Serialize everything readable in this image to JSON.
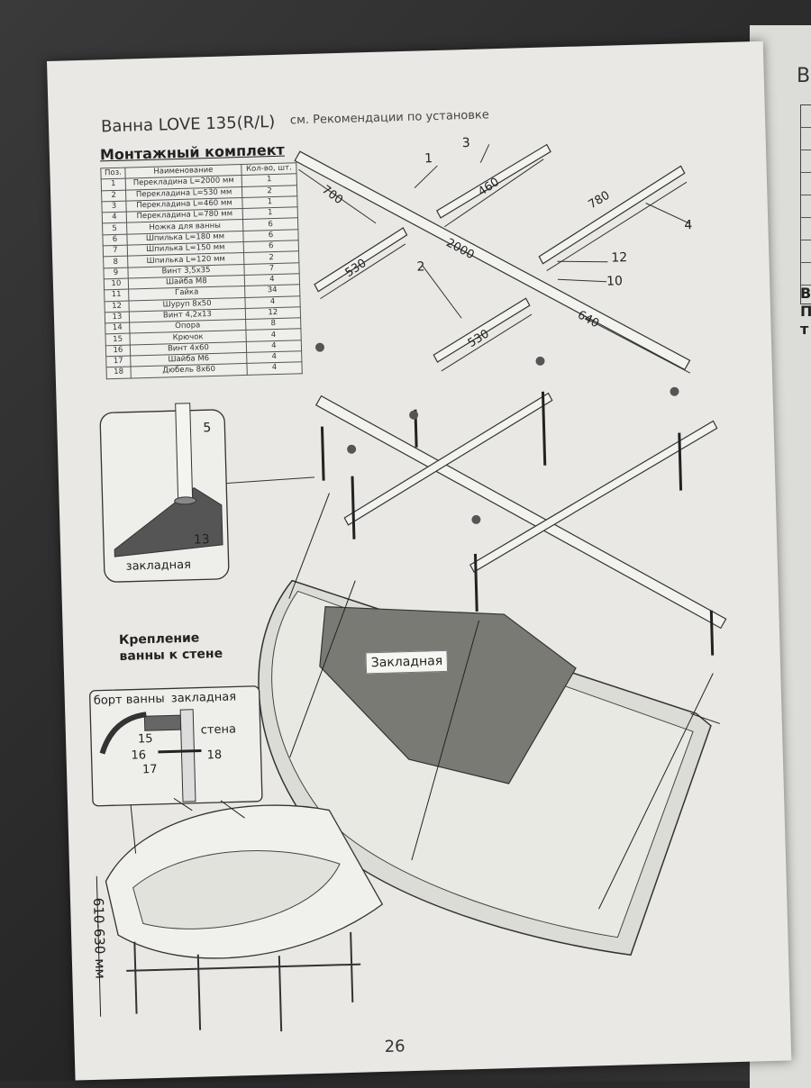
{
  "header": {
    "title": "Ванна LOVE 135(R/L)",
    "subtitle": "см. Рекомендации по установке"
  },
  "kit": {
    "title": "Монтажный комплект",
    "columns": [
      "Поз.",
      "Наименование",
      "Кол-во, шт."
    ],
    "rows": [
      [
        "1",
        "Перекладина L=2000 мм",
        "1"
      ],
      [
        "2",
        "Перекладина L=530 мм",
        "2"
      ],
      [
        "3",
        "Перекладина L=460 мм",
        "1"
      ],
      [
        "4",
        "Перекладина L=780 мм",
        "1"
      ],
      [
        "5",
        "Ножка для ванны",
        "6"
      ],
      [
        "6",
        "Шпилька L=180 мм",
        "6"
      ],
      [
        "7",
        "Шпилька L=150 мм",
        "6"
      ],
      [
        "8",
        "Шпилька L=120 мм",
        "2"
      ],
      [
        "9",
        "Винт 3,5x35",
        "7"
      ],
      [
        "10",
        "Шайба M8",
        "4"
      ],
      [
        "11",
        "Гайка",
        "34"
      ],
      [
        "12",
        "Шуруп 8x50",
        "4"
      ],
      [
        "13",
        "Винт 4,2x13",
        "12"
      ],
      [
        "14",
        "Опора",
        "8"
      ],
      [
        "15",
        "Крючок",
        "4"
      ],
      [
        "16",
        "Винт 4x60",
        "4"
      ],
      [
        "17",
        "Шайба M6",
        "4"
      ],
      [
        "18",
        "Дюбель 8x60",
        "4"
      ]
    ]
  },
  "frame_diagram": {
    "part_labels": [
      "1",
      "3",
      "4",
      "2",
      "12",
      "10"
    ],
    "dimensions": [
      "700",
      "460",
      "780",
      "2000",
      "530",
      "530",
      "640"
    ]
  },
  "detail_leg": {
    "callout_5": "5",
    "callout_13": "13",
    "caption": "закладная"
  },
  "wall_mount": {
    "title_line1": "Крепление",
    "title_line2": "ванны к стене",
    "label_rim": "борт ванны",
    "label_embed": "закладная",
    "label_wall": "стена",
    "callout_15": "15",
    "callout_16": "16",
    "callout_17": "17",
    "callout_18": "18"
  },
  "tub": {
    "embed_label": "Закладная",
    "height_range": "610-630 мм"
  },
  "page_number": "26",
  "next_page": {
    "heading_letter": "В",
    "side_letters": [
      "В",
      "П",
      "т"
    ]
  }
}
